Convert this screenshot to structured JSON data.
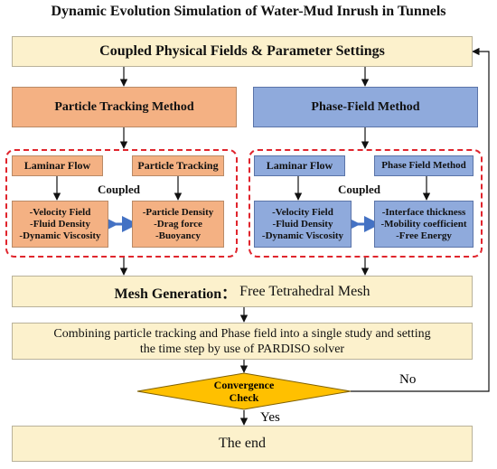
{
  "title": "Dynamic Evolution Simulation of Water-Mud Inrush in Tunnels",
  "settings": "Coupled Physical Fields & Parameter Settings",
  "left": {
    "method": "Particle Tracking Method",
    "coupled": "Coupled",
    "box1": "Laminar Flow",
    "box2": "Particle Tracking",
    "list1": [
      "-Velocity Field",
      "-Fluid Density",
      "-Dynamic Viscosity"
    ],
    "list2": [
      "-Particle Density",
      "-Drag force",
      "-Buoyancy"
    ]
  },
  "right": {
    "method": "Phase-Field Method",
    "coupled": "Coupled",
    "box1": "Laminar Flow",
    "box2": "Phase Field Method",
    "list1": [
      "-Velocity Field",
      "-Fluid Density",
      "-Dynamic Viscosity"
    ],
    "list2": [
      "-Interface thickness",
      "-Mobility coefficient",
      "-Free Energy"
    ]
  },
  "mesh": {
    "bold": "Mesh Generation：",
    "rest": " Free Tetrahedral Mesh"
  },
  "combine": [
    "Combining particle tracking and Phase field into a single study and setting",
    "the time step by use of PARDISO solver"
  ],
  "check": [
    "Convergence",
    "Check"
  ],
  "no_label": "No",
  "yes_label": "Yes",
  "end": "The end",
  "colors": {
    "cream": "#fcf1cc",
    "orange": "#f4b183",
    "blue": "#8faadc",
    "diamond": "#ffc000",
    "dash": "#e0252d",
    "link": "#4472c4"
  }
}
